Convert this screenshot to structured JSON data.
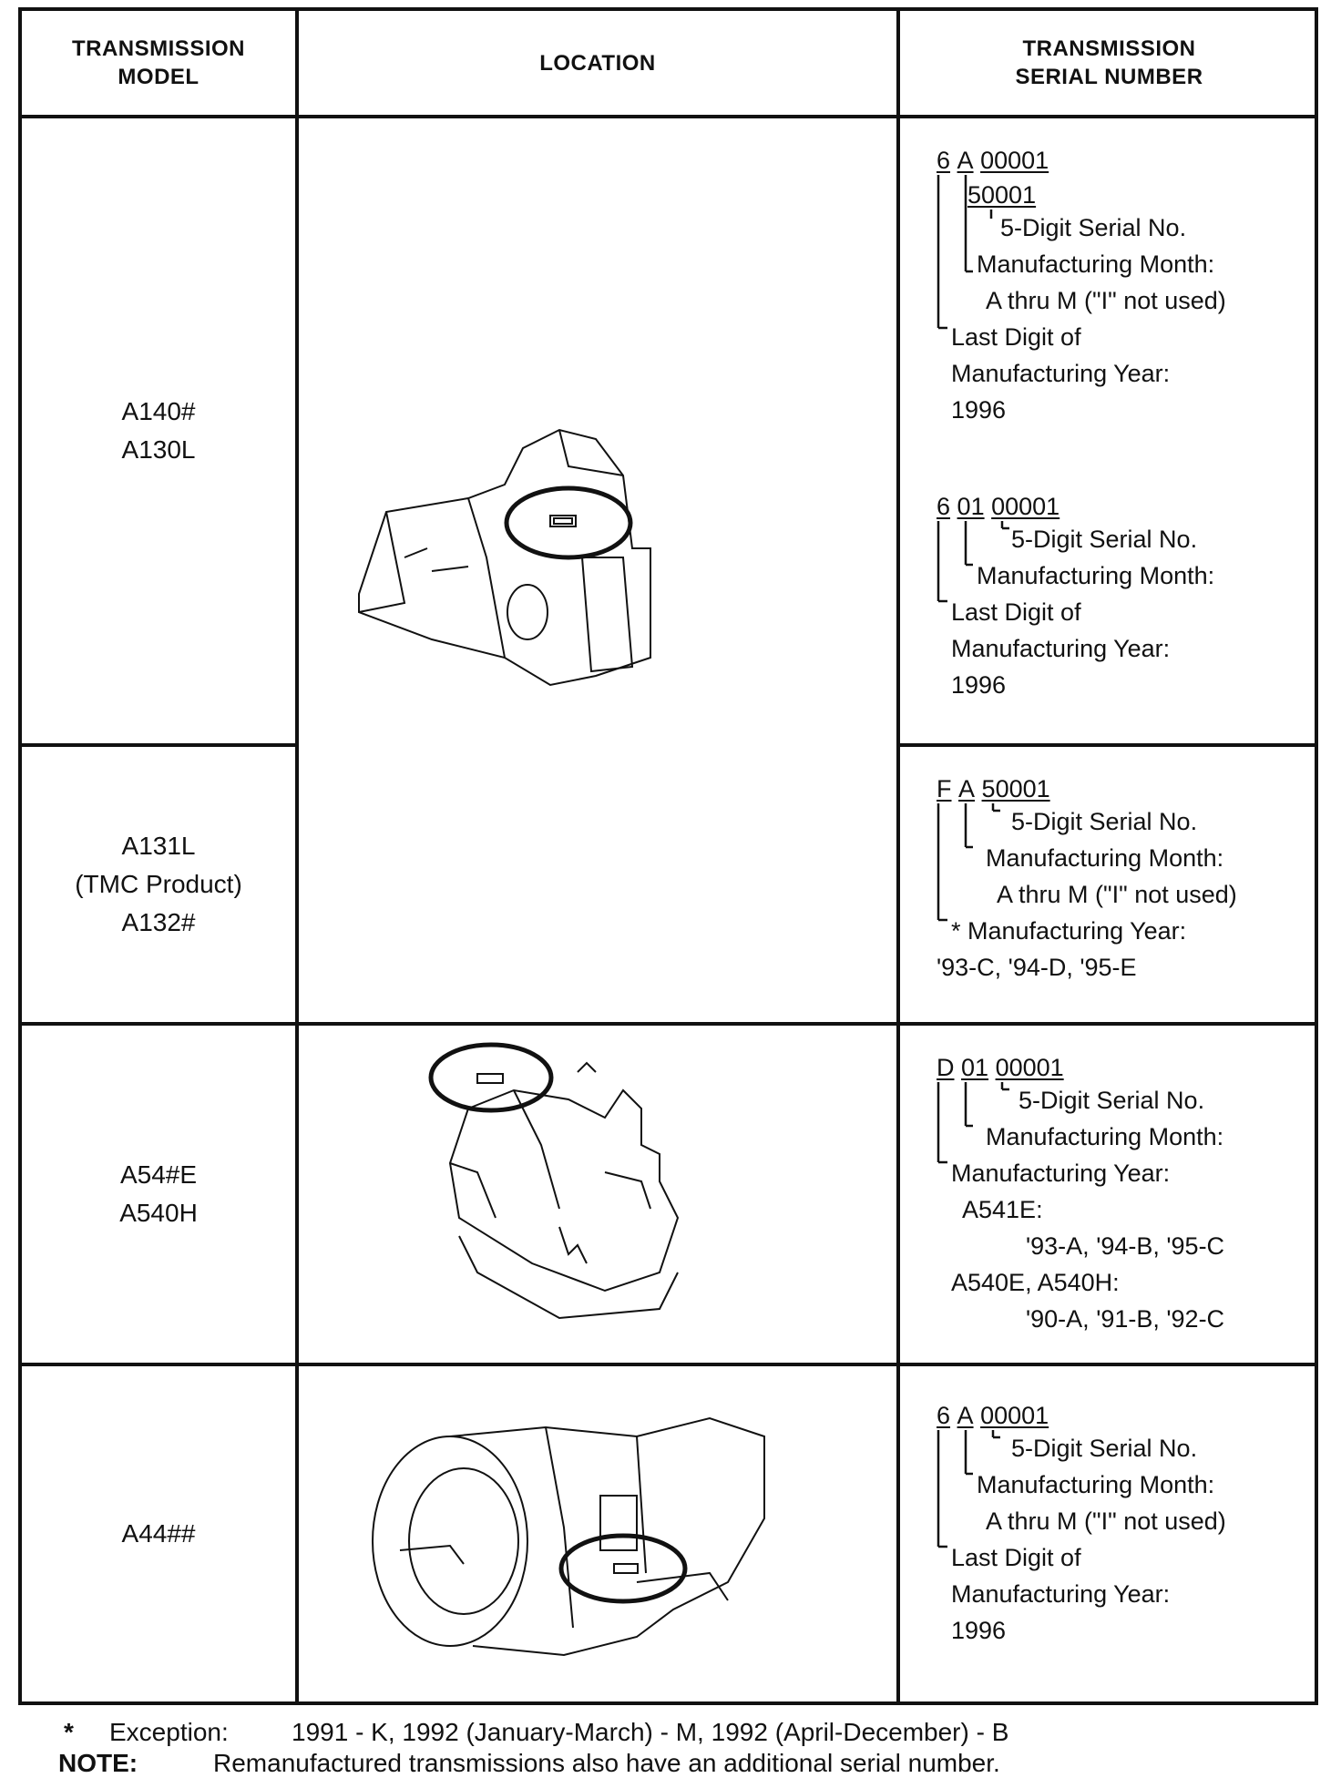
{
  "headers": {
    "model": "TRANSMISSION\nMODEL",
    "location": "LOCATION",
    "serial": "TRANSMISSION\nSERIAL NUMBER"
  },
  "rows": [
    {
      "models": [
        "A140#",
        "A130L"
      ],
      "serials": [
        {
          "code": [
            "6",
            "A",
            "00001"
          ],
          "sub": "50001",
          "lines": [
            "5-Digit Serial No.",
            "Manufacturing Month:",
            "A thru M (\"I\" not used)",
            "Last Digit of",
            "Manufacturing Year:",
            "1996"
          ]
        },
        {
          "code": [
            "6",
            "01",
            "00001"
          ],
          "lines": [
            "5-Digit Serial No.",
            "Manufacturing Month:",
            "Last Digit of",
            "Manufacturing Year:",
            "1996"
          ]
        }
      ]
    },
    {
      "models": [
        "A131L",
        "(TMC Product)",
        "A132#"
      ],
      "serials": [
        {
          "code": [
            "F",
            "A",
            "50001"
          ],
          "lines": [
            "5-Digit Serial No.",
            "Manufacturing Month:",
            "A thru M (\"I\" not used)",
            "* Manufacturing Year:",
            "'93-C, '94-D, '95-E"
          ]
        }
      ]
    },
    {
      "models": [
        "A54#E",
        "A540H"
      ],
      "serials": [
        {
          "code": [
            "D",
            "01",
            "00001"
          ],
          "lines": [
            "5-Digit Serial No.",
            "Manufacturing Month:",
            "Manufacturing Year:",
            "A541E:",
            "'93-A, '94-B, '95-C",
            "A540E, A540H:",
            "'90-A, '91-B, '92-C"
          ]
        }
      ]
    },
    {
      "models": [
        "A44##"
      ],
      "serials": [
        {
          "code": [
            "6",
            "A",
            "00001"
          ],
          "lines": [
            "5-Digit Serial No.",
            "Manufacturing Month:",
            "A thru M (\"I\" not used)",
            "Last Digit of",
            "Manufacturing Year:",
            "1996"
          ]
        }
      ]
    }
  ],
  "footer": {
    "star": "*",
    "exception_label": "Exception:",
    "exception_text": "1991 - K,  1992 (January-March) - M,  1992 (April-December) - B",
    "note_label": "NOTE:",
    "note_text": "Remanufactured transmissions also have an additional serial number."
  }
}
